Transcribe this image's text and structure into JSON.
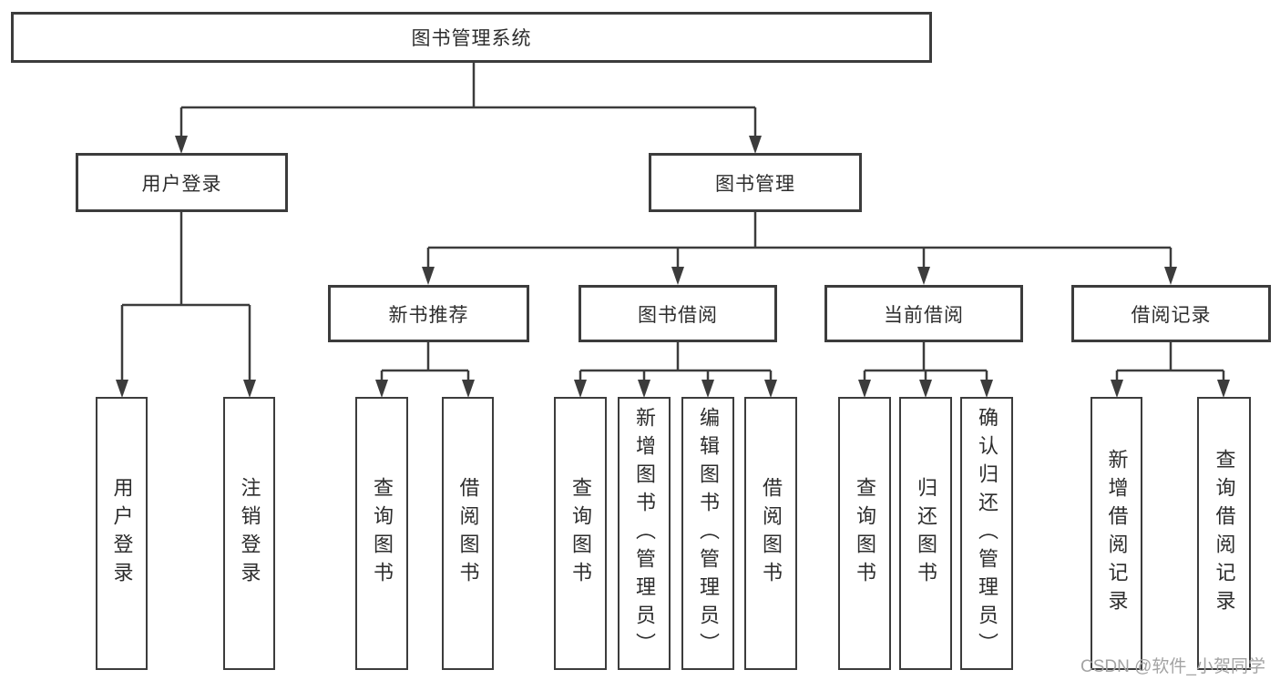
{
  "colors": {
    "background": "#ffffff",
    "box_border": "#3c3c3c",
    "connector_line": "#3c3c3c",
    "text": "#2d2d2d",
    "watermark_text": "#a3a3a3"
  },
  "tree": {
    "root": {
      "label": "图书管理系统"
    },
    "level2": [
      {
        "label": "用户登录",
        "children": [
          {
            "label": "用户登录"
          },
          {
            "label": "注销登录"
          }
        ]
      },
      {
        "label": "图书管理",
        "sections": [
          {
            "label": "新书推荐",
            "children": [
              {
                "label": "查询图书"
              },
              {
                "label": "借阅图书"
              }
            ]
          },
          {
            "label": "图书借阅",
            "children": [
              {
                "label": "查询图书"
              },
              {
                "label": "新增图书（管理员）"
              },
              {
                "label": "编辑图书（管理员）"
              },
              {
                "label": "借阅图书"
              }
            ]
          },
          {
            "label": "当前借阅",
            "children": [
              {
                "label": "查询图书"
              },
              {
                "label": "归还图书"
              },
              {
                "label": "确认归还（管理员）"
              }
            ]
          },
          {
            "label": "借阅记录",
            "children": [
              {
                "label": "新增借阅记录"
              },
              {
                "label": "查询借阅记录"
              }
            ]
          }
        ]
      }
    ]
  },
  "watermark": {
    "text": "CSDN @软件_小贺同学"
  }
}
